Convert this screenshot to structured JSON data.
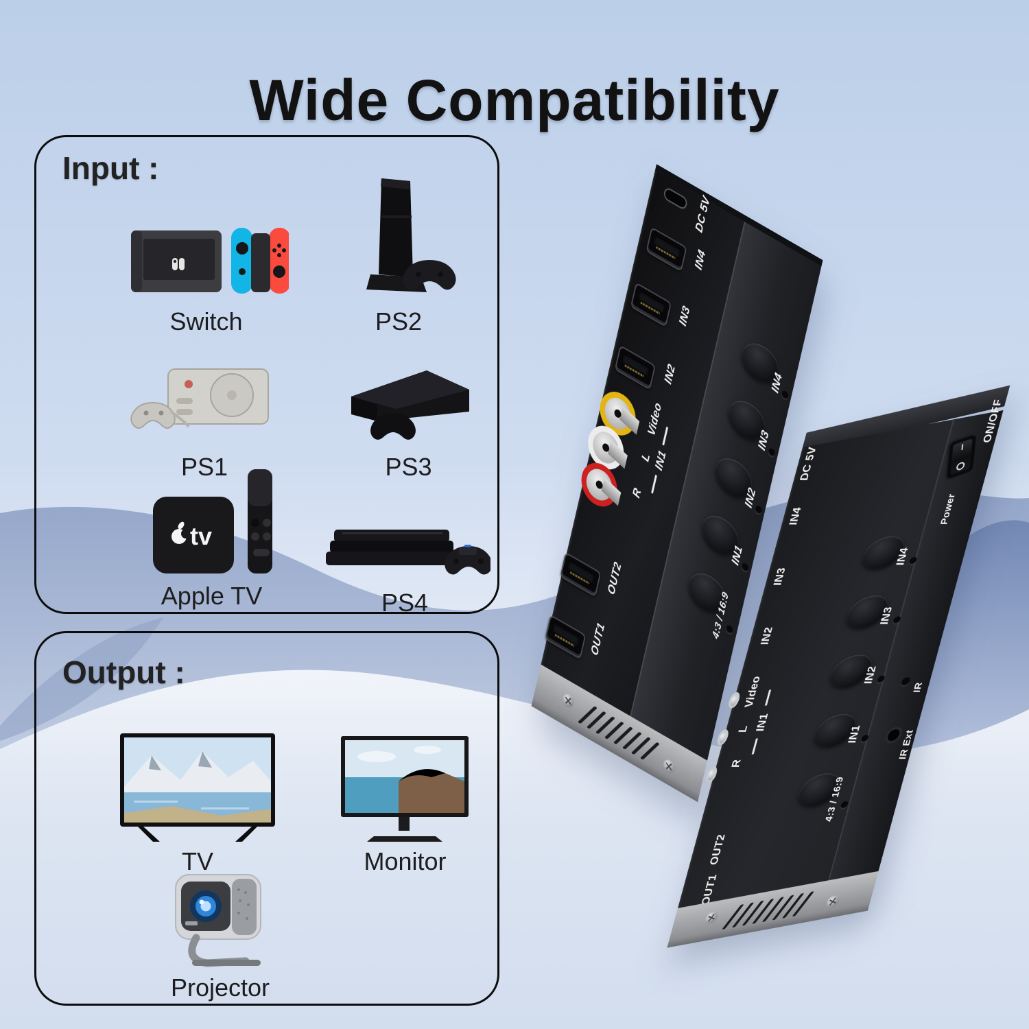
{
  "title": "Wide Compatibility",
  "input_section": {
    "heading": "Input :",
    "items": [
      {
        "label": "Switch"
      },
      {
        "label": "PS2"
      },
      {
        "label": "PS1"
      },
      {
        "label": "PS3"
      },
      {
        "label": "Apple TV"
      },
      {
        "label": "PS4"
      }
    ]
  },
  "output_section": {
    "heading": "Output :",
    "items": [
      {
        "label": "TV"
      },
      {
        "label": "Monitor"
      },
      {
        "label": "Projector"
      }
    ]
  },
  "device_front": {
    "ports": [
      {
        "type": "usb-c",
        "label": "DC 5V"
      },
      {
        "type": "hdmi",
        "label": "IN4"
      },
      {
        "type": "hdmi",
        "label": "IN3"
      },
      {
        "type": "hdmi",
        "label": "IN2"
      },
      {
        "type": "rca-yellow",
        "label": "Video"
      },
      {
        "type": "rca-white",
        "label": "L"
      },
      {
        "type": "rca-red",
        "label": "R"
      },
      {
        "type": "hdmi",
        "label": "OUT2"
      },
      {
        "type": "hdmi",
        "label": "OUT1"
      }
    ],
    "av_group_label": "IN1",
    "buttons": [
      {
        "label": "IN4"
      },
      {
        "label": "IN3"
      },
      {
        "label": "IN2"
      },
      {
        "label": "IN1"
      },
      {
        "label": "4:3 / 16:9"
      }
    ]
  },
  "device_back": {
    "power_switch_label": "ON/OFF",
    "power_label": "Power",
    "side_labels": [
      {
        "label": "DC 5V"
      },
      {
        "label": "IN4"
      },
      {
        "label": "IN3"
      },
      {
        "label": "IN2"
      },
      {
        "label": "Video"
      },
      {
        "label": "L"
      },
      {
        "label": "R"
      },
      {
        "label": "OUT2"
      },
      {
        "label": "OUT1"
      }
    ],
    "av_group_label": "IN1",
    "buttons": [
      {
        "label": "IN4"
      },
      {
        "label": "IN3"
      },
      {
        "label": "IN2"
      },
      {
        "label": "IN1"
      },
      {
        "label": "4:3 / 16:9"
      }
    ],
    "ir_label": "IR",
    "ir_ext_label": "IR Ext"
  },
  "colors": {
    "background_top": "#bccfe9",
    "wave_dark": "#7e92ba",
    "wave_light": "#eff3fa",
    "rca_yellow": "#e2b513",
    "rca_red": "#cd2020",
    "joycon_blue": "#11b5e6",
    "joycon_red": "#fb4b3e"
  }
}
